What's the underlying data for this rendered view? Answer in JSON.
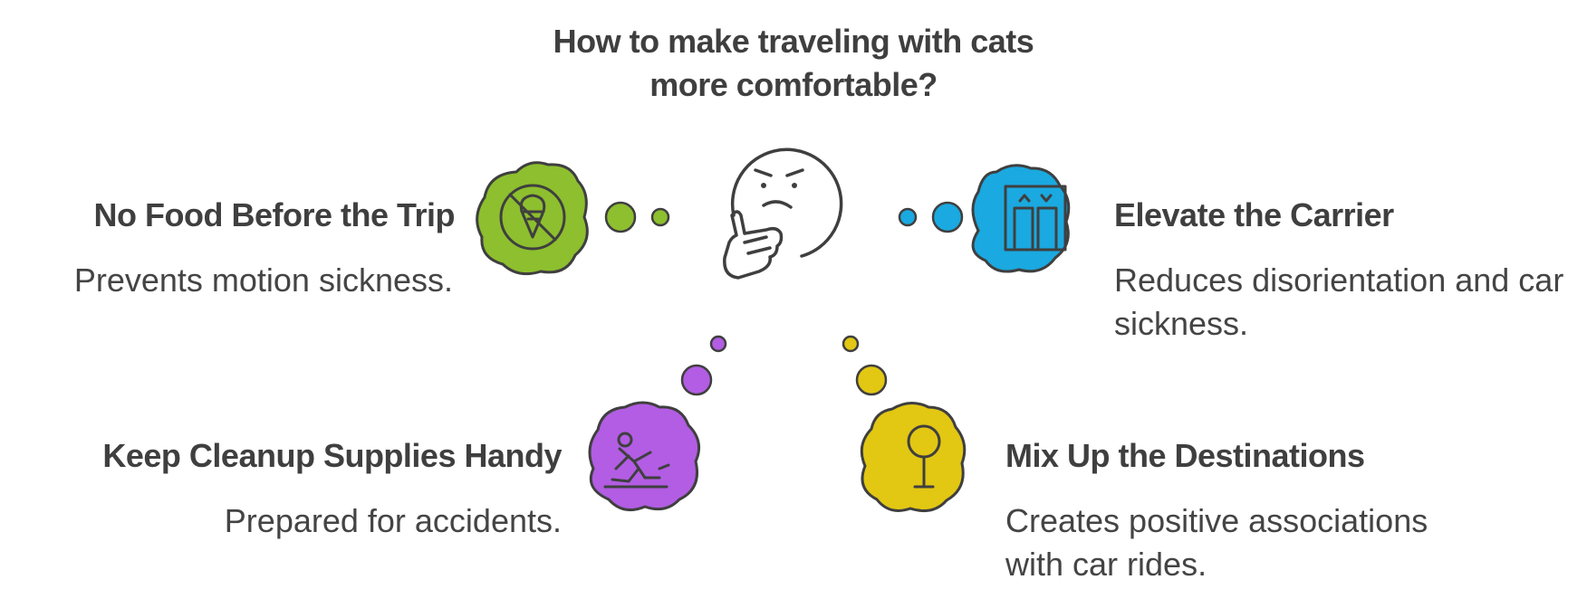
{
  "title": {
    "line1": "How to make traveling with cats",
    "line2": "more comfortable?"
  },
  "items": [
    {
      "heading": "No Food Before the Trip",
      "description": "Prevents motion sickness.",
      "icon": "no-ice-cream-icon",
      "color": "#8dbf2e"
    },
    {
      "heading": "Elevate the Carrier",
      "description": "Reduces disorientation and car sickness.",
      "icon": "elevator-icon",
      "color": "#1aa9e0"
    },
    {
      "heading": "Keep Cleanup Supplies Handy",
      "description": "Prepared for accidents.",
      "icon": "person-slipping-icon",
      "color": "#b25de3"
    },
    {
      "heading": "Mix Up the Destinations",
      "description": "Creates positive associations with car rides.",
      "icon": "signpost-icon",
      "color": "#e2c713"
    }
  ],
  "center_icon": "thinking-face-icon"
}
